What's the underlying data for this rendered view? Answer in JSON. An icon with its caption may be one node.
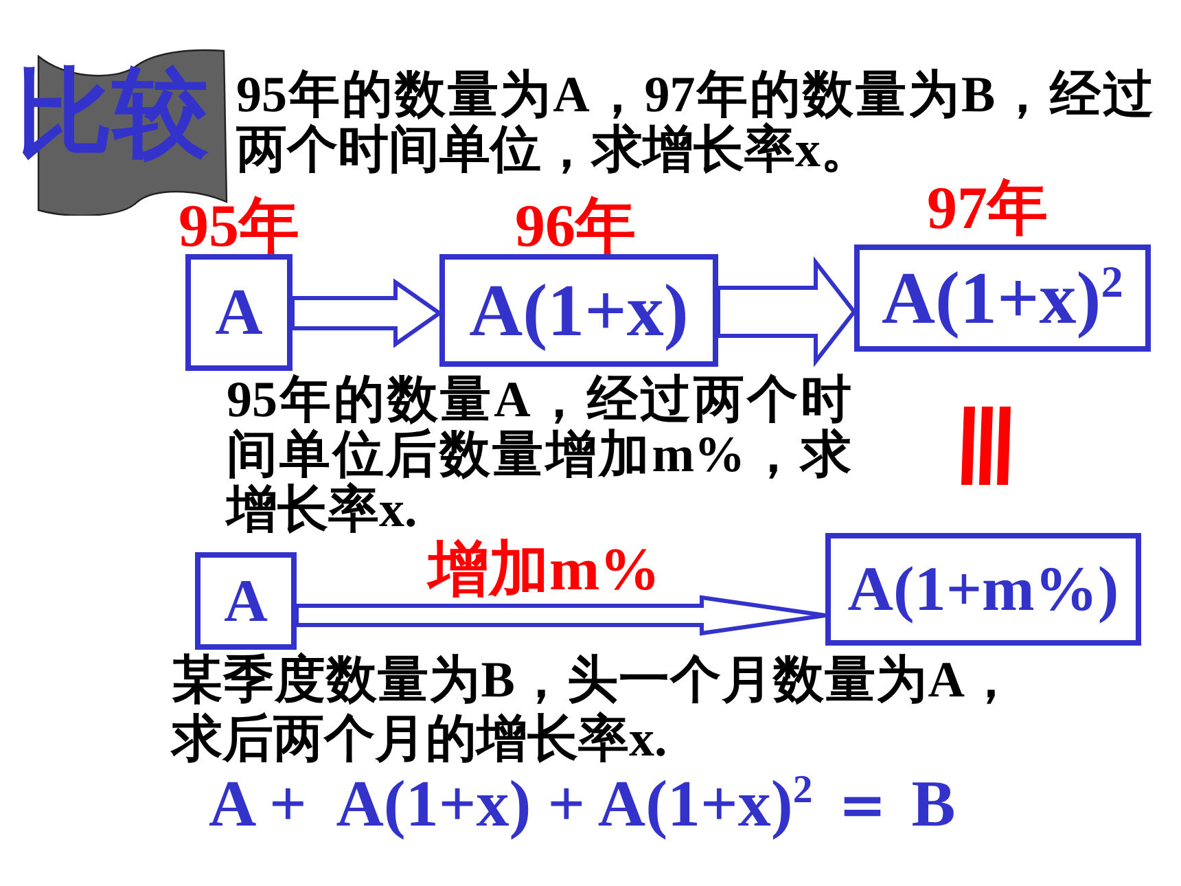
{
  "diagram": {
    "nodes": [
      {
        "text": [
          "比较"
        ]
      },
      {
        "text": [
          "A"
        ],
        "beside": [
          "95年"
        ]
      },
      {
        "text": [
          "A(1+x)"
        ],
        "beside": [
          "96年"
        ]
      },
      {
        "text": [
          "A(1+x)$^{2}$"
        ],
        "beside": [
          "97年"
        ]
      },
      {
        "text": [
          "A"
        ]
      },
      {
        "text": [
          "A(1+m%)"
        ]
      }
    ],
    "edges": [
      {
        "from": 1,
        "to": 2,
        "arrow": "to"
      },
      {
        "from": 2,
        "to": 3,
        "arrow": "to"
      },
      {
        "from": 4,
        "to": 5,
        "arrow": "to",
        "label": "增加m%"
      }
    ],
    "labels": [
      "95年的数量为A，97年的数量为B，经过两个时间单位，求增长率x。",
      "95年的数量A，经过两个时间单位后数量增加m%，求增长率x.",
      "某季度数量为B，头一个月数量为A，求后两个月的增长率x.",
      "A +  A(1+x) + A(1+x)$^{2}$ ＝ B"
    ]
  }
}
